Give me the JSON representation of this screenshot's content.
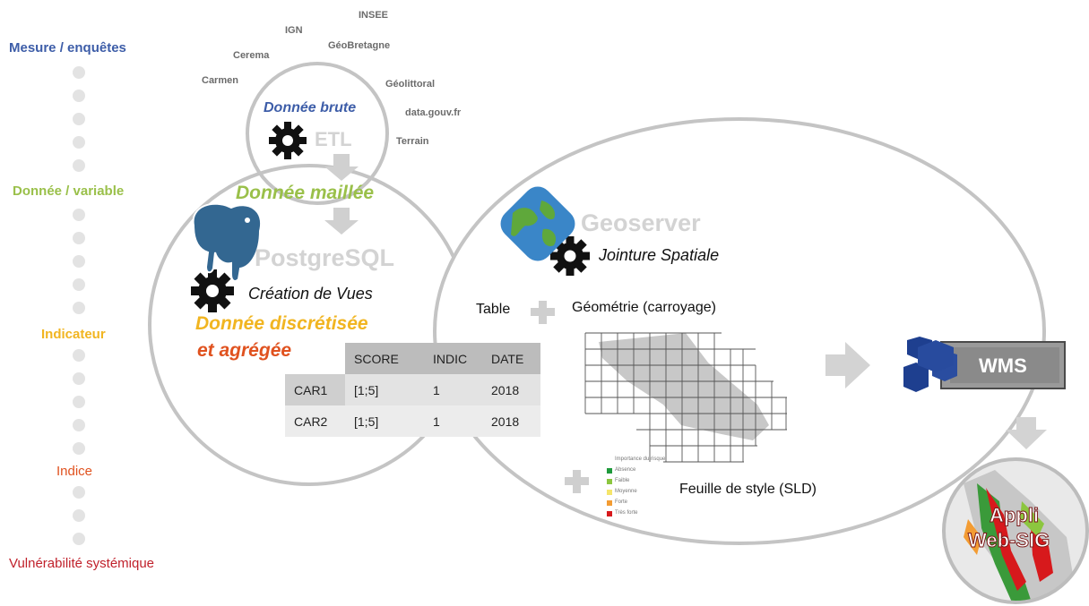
{
  "stages": [
    {
      "label": "Mesure / enquêtes",
      "color": "#3d5da8"
    },
    {
      "label": "Donnée / variable",
      "color": "#9ac04a"
    },
    {
      "label": "Indicateur",
      "color": "#f1b521"
    },
    {
      "label": "Indice",
      "color": "#e0521f"
    },
    {
      "label": "Vulnérabilité systémique",
      "color": "#c0212b"
    }
  ],
  "sources": [
    "INSEE",
    "IGN",
    "GéoBretagne",
    "Cerema",
    "Carmen",
    "Géolittoral",
    "data.gouv.fr",
    "Terrain"
  ],
  "etl": {
    "title": "Donnée brute",
    "tool": "ETL"
  },
  "postgres": {
    "title": "Donnée maillée",
    "tool": "PostgreSQL",
    "process": "Création de Vues",
    "output_line1": "Donnée discrétisée",
    "output_line2": "et agrégée"
  },
  "table": {
    "headers": [
      "SCORE",
      "INDIC",
      "DATE"
    ],
    "rows": [
      {
        "id": "CAR1",
        "score": "[1;5]",
        "indic": "1",
        "date": "2018"
      },
      {
        "id": "CAR2",
        "score": "[1;5]",
        "indic": "1",
        "date": "2018"
      }
    ]
  },
  "geoserver": {
    "tool": "Geoserver",
    "process": "Jointure Spatiale",
    "table_label": "Table",
    "geometry_label": "Géométrie (carroyage)",
    "style_label": "Feuille de style (SLD)"
  },
  "legend": {
    "title": "Importance du risque",
    "items": [
      {
        "label": "Absence",
        "color": "#1f9a3c"
      },
      {
        "label": "Faible",
        "color": "#8cc63f"
      },
      {
        "label": "Moyenne",
        "color": "#f5e56b"
      },
      {
        "label": "Forte",
        "color": "#f39c33"
      },
      {
        "label": "Très forte",
        "color": "#d7191c"
      }
    ]
  },
  "wms": {
    "label": "WMS"
  },
  "app": {
    "line1": "Appli",
    "line2": "Web-SIG"
  }
}
